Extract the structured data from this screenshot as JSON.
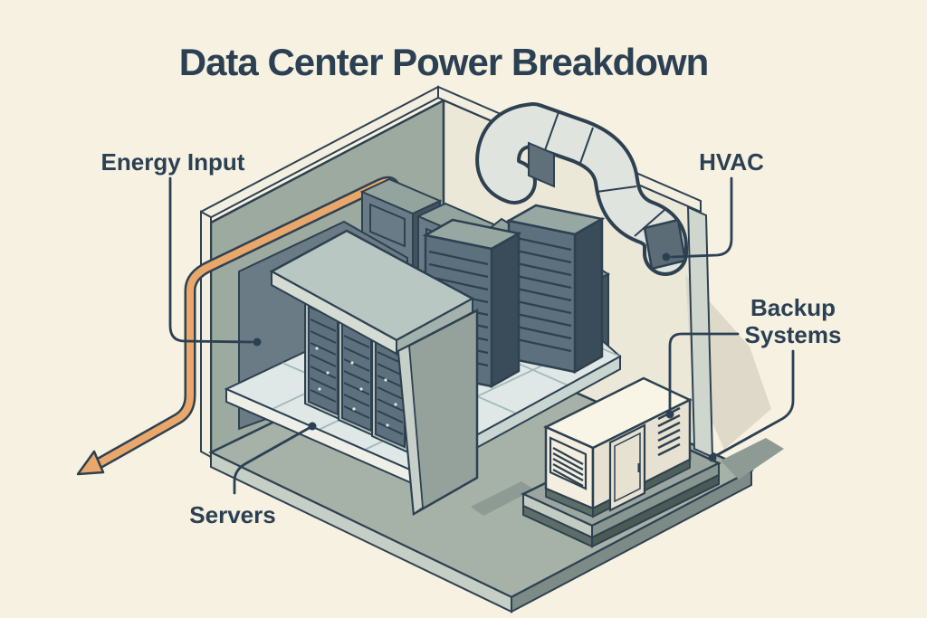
{
  "title": "Data Center Power Breakdown",
  "labels": {
    "energy_input": "Energy Input",
    "hvac": "HVAC",
    "backup_line1": "Backup",
    "backup_line2": "Systems",
    "servers": "Servers"
  },
  "colors": {
    "background": "#f6f1e1",
    "ink": "#2b4053",
    "accent_orange": "#e9a76c",
    "wall": "#9caaa0",
    "floor_slab": "#a6b1a8",
    "raised_floor_tile": "#dfe8e6",
    "rack_front": "#5d707d",
    "duct": "#dfe5de",
    "generator_body": "#f3eedf"
  },
  "diagram": {
    "type": "isometric-illustration",
    "subject": "data center room power flow",
    "components": [
      "energy input conduit",
      "server racks",
      "server room enclosure",
      "raised tile floor",
      "HVAC duct",
      "backup generator on pad"
    ]
  }
}
